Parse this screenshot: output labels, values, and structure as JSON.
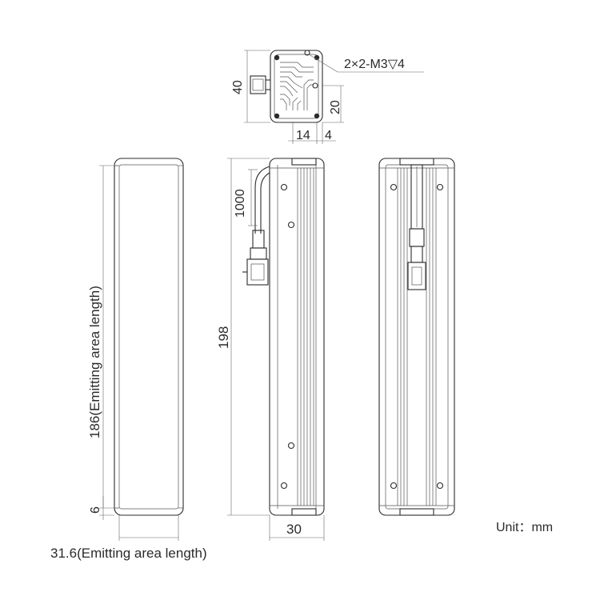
{
  "top_view": {
    "dim_height": "40",
    "dim_hole_offset": "20",
    "dim_hole_spacing": "14",
    "dim_edge": "4",
    "hole_callout": "2×2-M3▽4"
  },
  "front_view": {
    "dim_emitting_height": "186(Emitting area length)",
    "dim_margin": "6",
    "dim_emitting_width": "31.6(Emitting area length)"
  },
  "side_view": {
    "dim_total_height": "198",
    "dim_cable": "1000",
    "dim_width": "30"
  },
  "unit_label": "Unit：mm"
}
